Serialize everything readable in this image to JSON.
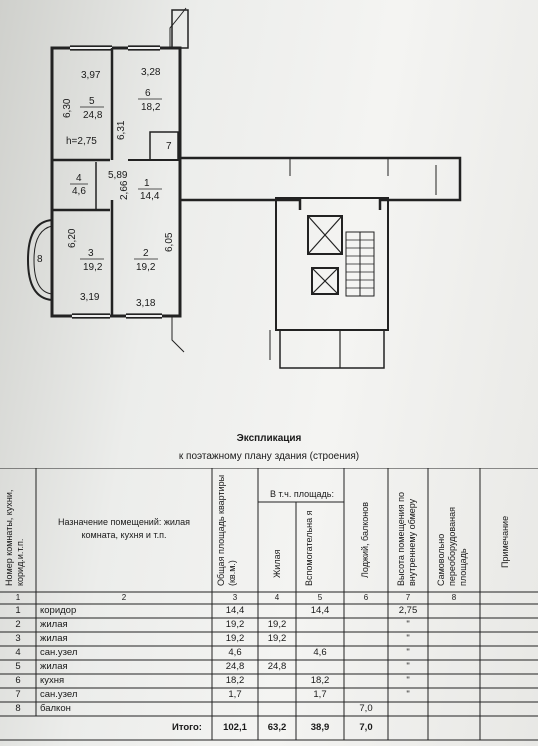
{
  "plan": {
    "dimensions": [
      "3,97",
      "3,28",
      "6,30",
      "6,31",
      "5,89",
      "2,66",
      "6,20",
      "6,05",
      "3,19",
      "3,18"
    ],
    "ceiling_height": "h=2,75",
    "rooms": [
      {
        "no": "5",
        "area": "24,8"
      },
      {
        "no": "6",
        "area": "18,2"
      },
      {
        "no": "7",
        "area": ""
      },
      {
        "no": "4",
        "area": "4,6"
      },
      {
        "no": "1",
        "area": "14,4"
      },
      {
        "no": "3",
        "area": "19,2"
      },
      {
        "no": "2",
        "area": "19,2"
      },
      {
        "no": "8",
        "area": ""
      }
    ]
  },
  "title": "Экспликация",
  "subtitle": "к поэтажному плану здания (строения)",
  "table": {
    "headers": {
      "num": "Номер комнаты, кухни, корид.и.т.п.",
      "purpose": "Назначение помещений: жилая комната, кухня и т.п.",
      "total": "Общая площадь квартиры (кв.м.)",
      "incl": "В т.ч. площадь:",
      "living": "Жилая",
      "aux": "Вспомогательна я",
      "loggia": "Лоджий, балконов",
      "height": "Высота помещения по внутреннему обмеру",
      "selfbuilt": "Самовольно переоборудованая площадь",
      "note": "Примечание"
    },
    "col_numbers": [
      "1",
      "2",
      "3",
      "4",
      "5",
      "6",
      "7",
      "8"
    ],
    "rows": [
      {
        "n": "1",
        "name": "коридор",
        "total": "14,4",
        "living": "",
        "aux": "14,4",
        "loggia": "",
        "height": "2,75"
      },
      {
        "n": "2",
        "name": "жилая",
        "total": "19,2",
        "living": "19,2",
        "aux": "",
        "loggia": "",
        "height": "\""
      },
      {
        "n": "3",
        "name": "жилая",
        "total": "19,2",
        "living": "19,2",
        "aux": "",
        "loggia": "",
        "height": "\""
      },
      {
        "n": "4",
        "name": "сан.узел",
        "total": "4,6",
        "living": "",
        "aux": "4,6",
        "loggia": "",
        "height": "\""
      },
      {
        "n": "5",
        "name": "жилая",
        "total": "24,8",
        "living": "24,8",
        "aux": "",
        "loggia": "",
        "height": "\""
      },
      {
        "n": "6",
        "name": "кухня",
        "total": "18,2",
        "living": "",
        "aux": "18,2",
        "loggia": "",
        "height": "\""
      },
      {
        "n": "7",
        "name": "сан.узел",
        "total": "1,7",
        "living": "",
        "aux": "1,7",
        "loggia": "",
        "height": "\""
      },
      {
        "n": "8",
        "name": "балкон",
        "total": "",
        "living": "",
        "aux": "",
        "loggia": "7,0",
        "height": ""
      }
    ],
    "totals": {
      "label": "Итого:",
      "total": "102,1",
      "living": "63,2",
      "aux": "38,9",
      "loggia": "7,0"
    }
  }
}
